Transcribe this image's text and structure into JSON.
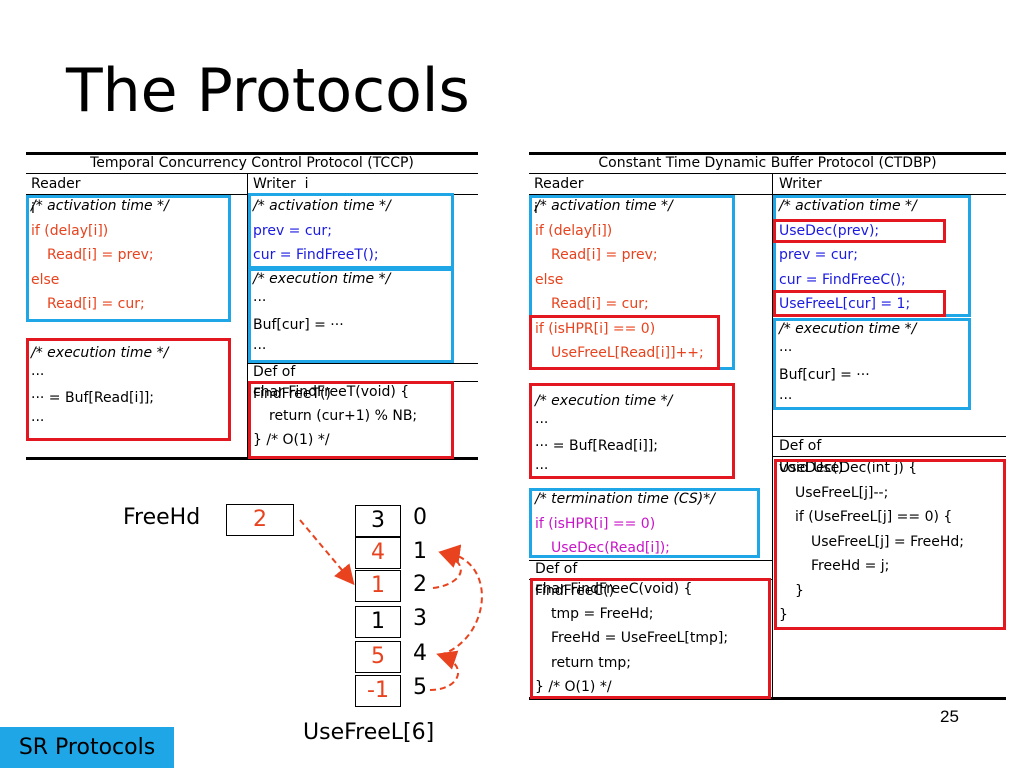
{
  "slide": {
    "title": "The Protocols",
    "page_number": "25",
    "badge": "SR Protocols"
  },
  "tccp": {
    "caption": "Temporal Concurrency Control Protocol (TCCP)",
    "reader_header": "Reader i",
    "writer_header": "Writer  i",
    "reader_lines": [
      "/* activation time */",
      "if (delay[i])",
      "Read[i] = prev;",
      "else",
      "Read[i] = cur;"
    ],
    "reader_exec": [
      "/* execution time */",
      "···",
      "··· = Buf[Read[i]];",
      "···"
    ],
    "writer_act": [
      "/* activation time */",
      "prev = cur;",
      "cur = FindFreeT();"
    ],
    "writer_exec": [
      "/* execution time */",
      "···",
      "Buf[cur] = ···",
      "···"
    ],
    "def_label": "Def of FindFreeT()",
    "def_lines": [
      "char FindFreeT(void) {",
      "return (cur+1) % NB;",
      "} /* O(1) */"
    ]
  },
  "ctdbp": {
    "caption": "Constant Time Dynamic Buffer Protocol (CTDBP)",
    "reader_header": "Reader i",
    "writer_header": "Writer",
    "reader_act": [
      "/* activation time */",
      "if (delay[i])",
      "Read[i] = prev;",
      "else",
      "Read[i] = cur;"
    ],
    "reader_hpr": [
      "if (isHPR[i] == 0)",
      "UseFreeL[Read[i]]++;"
    ],
    "reader_exec": [
      "/* execution time */",
      "···",
      "··· = Buf[Read[i]];",
      "···"
    ],
    "reader_term": [
      "/* termination time (CS)*/",
      "if (isHPR[i] == 0)",
      "UseDec(Read[i]);"
    ],
    "def_findfree_label": "Def of FindFreeC()",
    "def_findfree_lines": [
      "char FindFreeC(void) {",
      "tmp = FreeHd;",
      "FreeHd = UseFreeL[tmp];",
      "return tmp;",
      "} /* O(1) */"
    ],
    "writer_act": [
      "/* activation time */",
      "UseDec(prev);",
      "prev = cur;",
      "cur = FindFreeC();",
      "UseFreeL[cur] = 1;"
    ],
    "writer_exec": [
      "/* execution time */",
      "···",
      "Buf[cur] = ···",
      "···"
    ],
    "def_usedec_label": "Def of UseDec()",
    "def_usedec_lines": [
      "void UseDec(int j) {",
      "UseFreeL[j]--;",
      "if (UseFreeL[j] == 0) {",
      "UseFreeL[j] = FreeHd;",
      "FreeHd = j;",
      "}",
      "}"
    ]
  },
  "diagram": {
    "freehd_label": "FreeHd",
    "freehd_value": "2",
    "array_label": "UseFreeL[6]",
    "cells": [
      "3",
      "4",
      "1",
      "1",
      "5",
      "-1"
    ],
    "indices": [
      "0",
      "1",
      "2",
      "3",
      "4",
      "5"
    ],
    "highlight_color": "#e8431e",
    "arrow_color": "#e8431e"
  },
  "colors": {
    "blue_box": "#1ea6e6",
    "red_box": "#e3171f",
    "orange_text": "#e8431e",
    "blue_text": "#1a1ae0",
    "magenta_text": "#c814c8"
  }
}
